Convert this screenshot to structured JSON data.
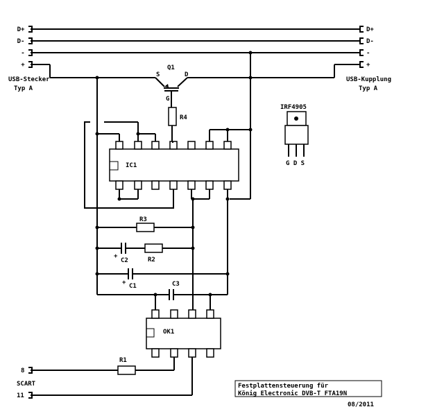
{
  "connectors": {
    "left_pins": [
      "D+",
      "D-",
      "-",
      "+"
    ],
    "right_pins": [
      "D+",
      "D-",
      "-",
      "+"
    ],
    "left_label_1": "USB-Stecker",
    "left_label_2": "Typ A",
    "right_label_1": "USB-Kupplung",
    "right_label_2": "Typ A"
  },
  "transistor": {
    "name": "Q1",
    "source": "S",
    "drain": "D",
    "gate": "G"
  },
  "part": {
    "name": "IRF4905",
    "pins": "G D S"
  },
  "resistors": {
    "r1": "R1",
    "r2": "R2",
    "r3": "R3",
    "r4": "R4"
  },
  "capacitors": {
    "c1": "C1",
    "c2": "C2",
    "c3": "C3",
    "plus": "+"
  },
  "ics": {
    "ic1": "IC1",
    "ok1": "OK1"
  },
  "scart": {
    "pin8": "8",
    "label": "SCART",
    "pin11": "11"
  },
  "title_block": {
    "line1": "Festplattensteuerung für",
    "line2": "König Electronic DVB-T FTA19N",
    "date": "08/2011"
  }
}
